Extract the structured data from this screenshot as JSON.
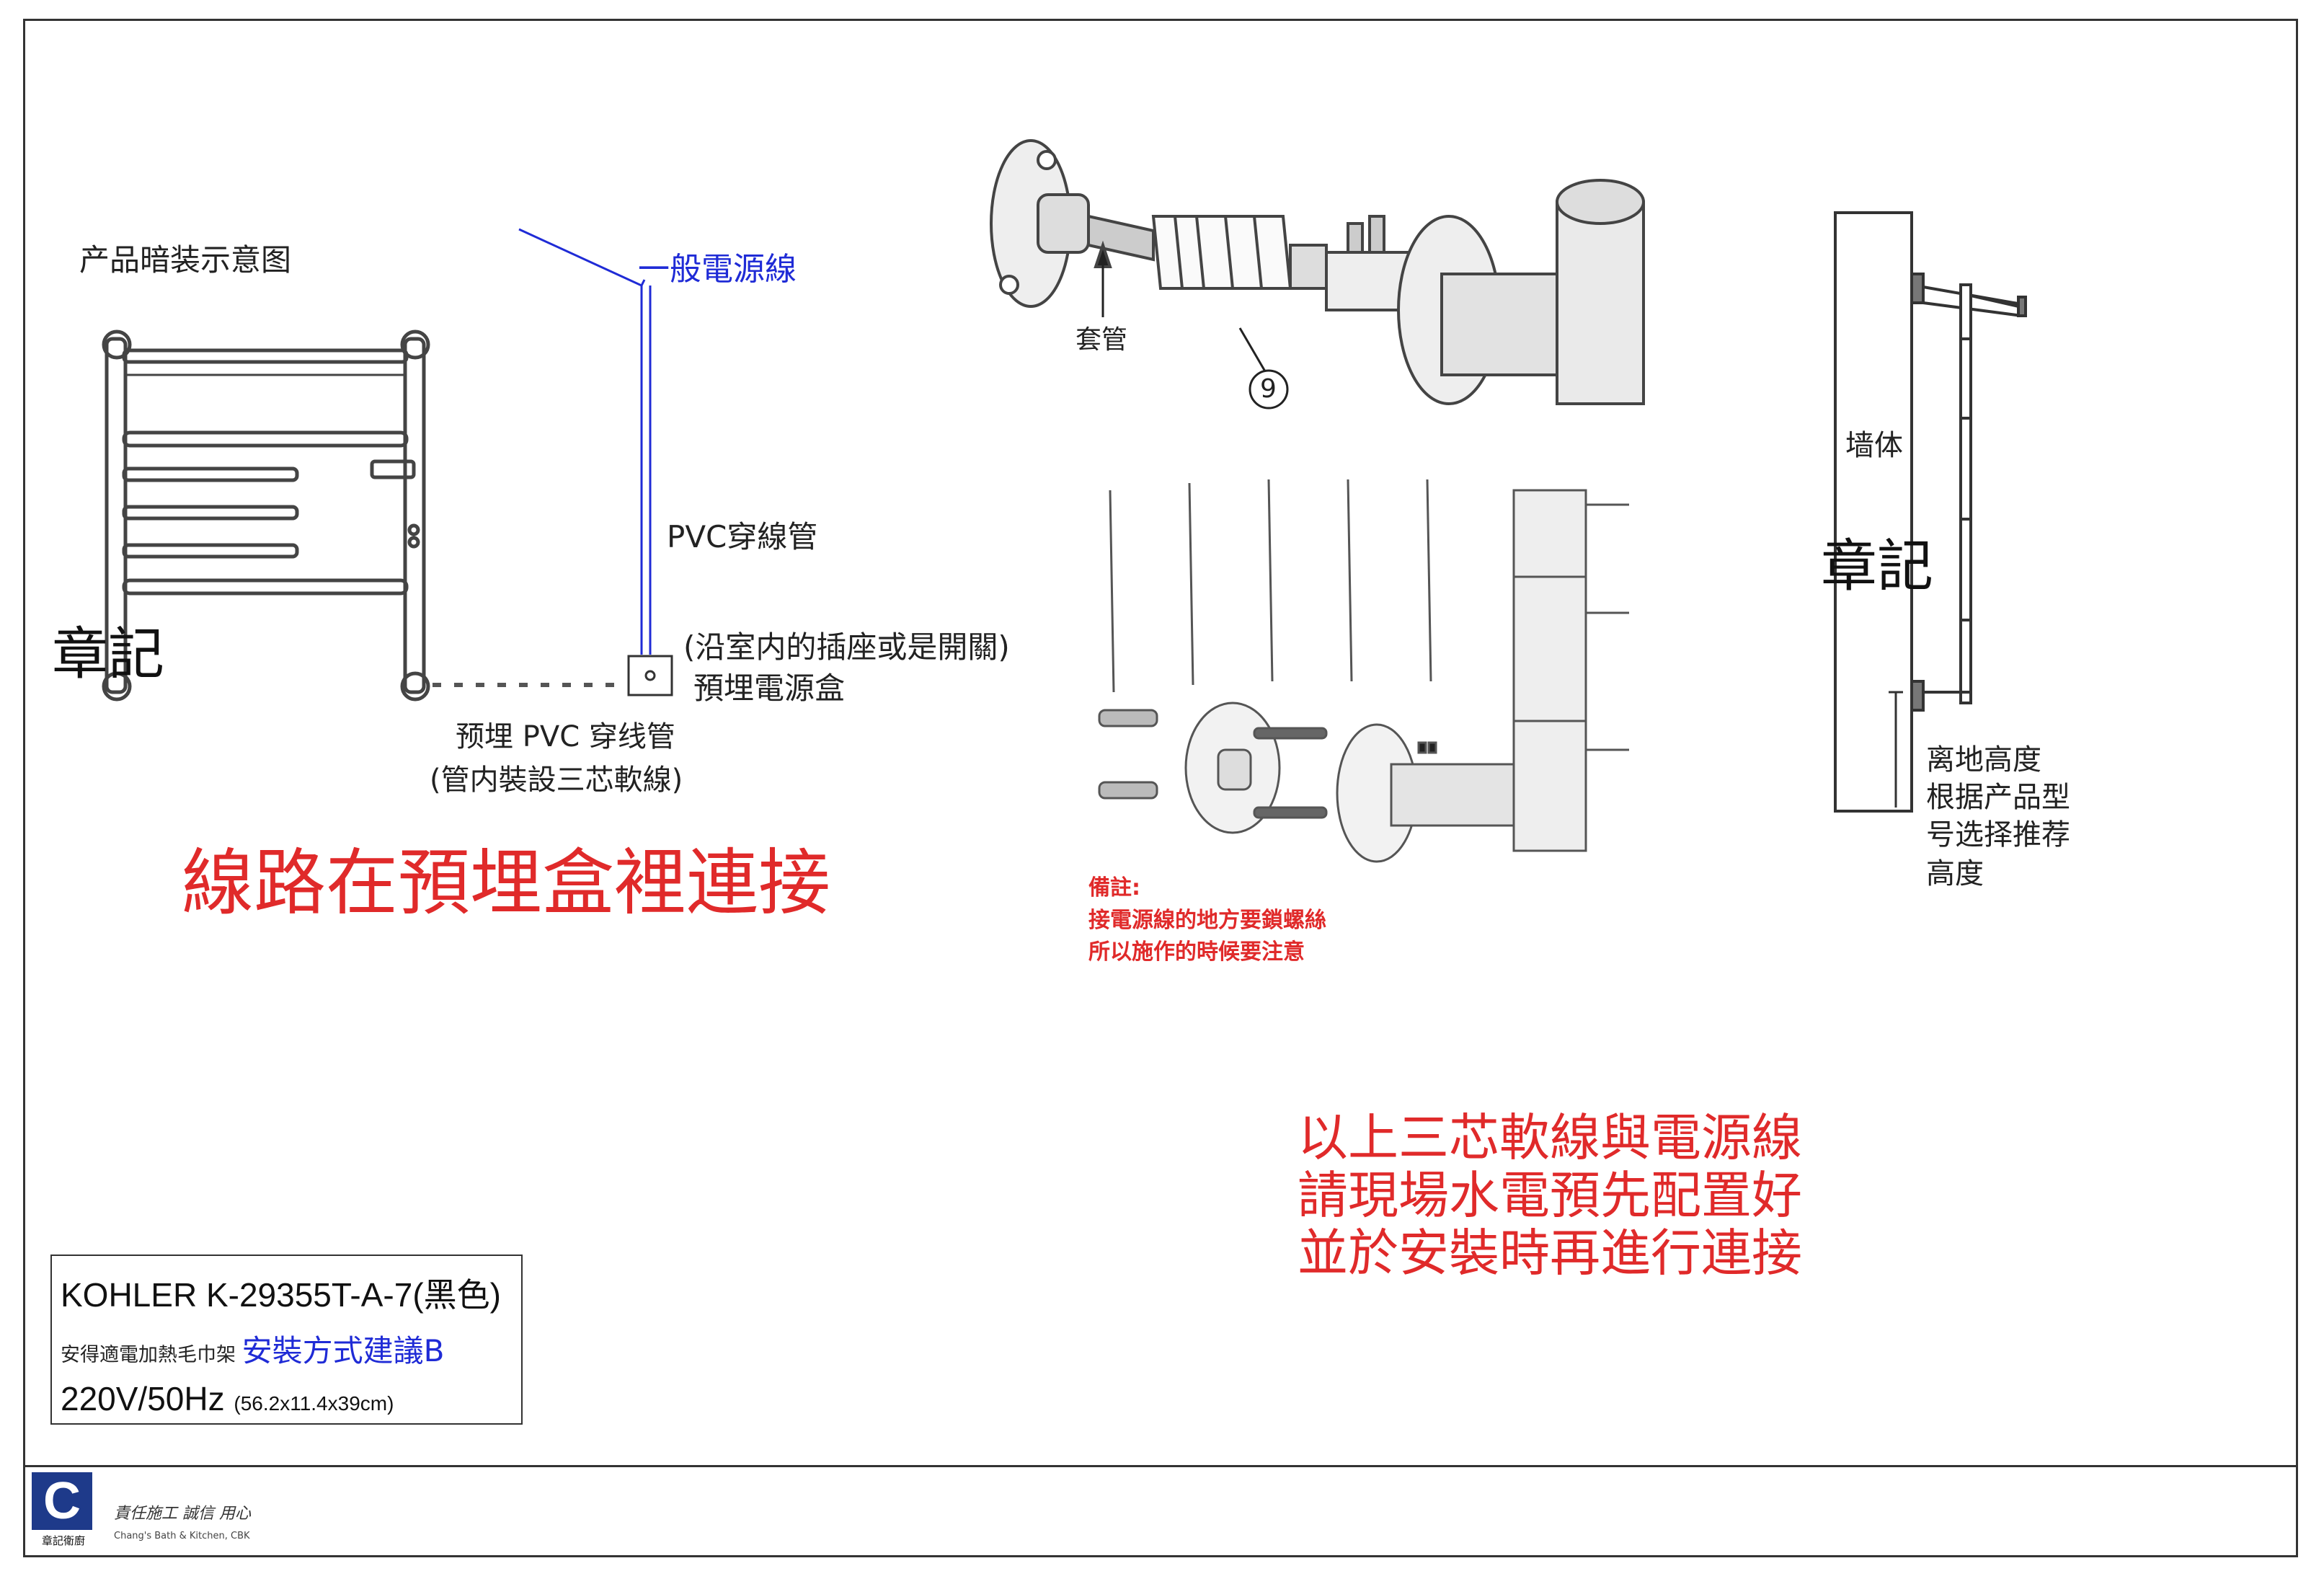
{
  "left_diagram": {
    "title": "产品暗装示意图",
    "power_line_label": "一般電源線",
    "pvc_conduit_label": "PVC穿線管",
    "box_label_line1": "(沿室内的插座或是開關)",
    "box_label_line2": "預埋電源盒",
    "embedded_pipe_line1": "预埋 PVC 穿线管",
    "embedded_pipe_line2": "(管内裝設三芯軟線)",
    "stamp": "章記"
  },
  "main_note": "線路在預埋盒裡連接",
  "top_diagram": {
    "sleeve_label": "套管",
    "part_number": "9"
  },
  "mid_diagram": {
    "remark_title": "備註:",
    "remark_line1": "接電源線的地方要鎖螺絲",
    "remark_line2": "所以施作的時候要注意"
  },
  "right_diagram": {
    "wall_label": "墙体",
    "stamp": "章記",
    "height_line1": "离地高度",
    "height_line2": "根据产品型",
    "height_line3": "号选择推荐",
    "height_line4": "高度"
  },
  "bottom_note": {
    "line1": "以上三芯軟線與電源線",
    "line2": "請現場水電預先配置好",
    "line3": "並於安裝時再進行連接"
  },
  "info_box": {
    "model": "KOHLER K-29355T-A-7(黑色)",
    "product_name": "安得適電加熱毛巾架",
    "method": "安裝方式建議B",
    "spec": "220V/50Hz",
    "dimensions": "(56.2x11.4x39cm)"
  },
  "footer": {
    "logo_letter": "C",
    "logo_caption": "章記衛廚",
    "slogan": "責任施工 誠信 用心",
    "english_name": "Chang's Bath & Kitchen, CBK"
  },
  "colors": {
    "red_note": "#e02a2a",
    "blue_text": "#1f2bd6",
    "logo_blue": "#1e3a8a"
  }
}
